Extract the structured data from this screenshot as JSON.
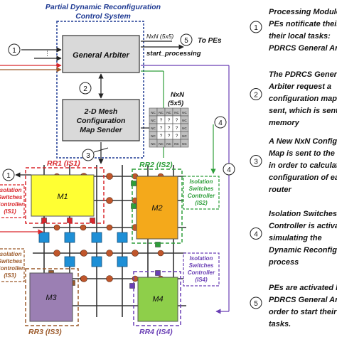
{
  "pdrcs": {
    "title_line1": "Partial Dynamic Reconfiguration",
    "title_line2": "Control System",
    "general_arbiter": "General Arbiter",
    "sender_line1": "2-D Mesh",
    "sender_line2": "Configuration",
    "sender_line3": "Map Sender",
    "nxn_label": "NxN (5x5)",
    "nxn_output": "NxN (5x5)",
    "to_pes": "To PEs",
    "start_processing": "start_processing",
    "map_title_line1": "NxN",
    "map_title_line2": "(5x5)"
  },
  "config_map": {
    "rows": [
      [
        "NC",
        "NC",
        "NC",
        "NC",
        "NC"
      ],
      [
        "NC",
        "?",
        "?",
        "?",
        "NC"
      ],
      [
        "NC",
        "?",
        "?",
        "?",
        "NC"
      ],
      [
        "NC",
        "?",
        "?",
        "?",
        "NC"
      ],
      [
        "NC",
        "NC",
        "NC",
        "NC",
        "NC"
      ]
    ]
  },
  "steps": {
    "s1": "1",
    "s2": "2",
    "s3": "3",
    "s4": "4",
    "s5": "5"
  },
  "regions": {
    "rr1": "RR1 (IS1)",
    "rr2": "RR2 (IS2)",
    "rr3": "RR3 (IS3)",
    "rr4": "RR4 (IS4)"
  },
  "modules": {
    "m1": "M1",
    "m2": "M2",
    "m3": "M3",
    "m4": "M4"
  },
  "controllers": {
    "is1": [
      "Isolation",
      "Switches",
      "Controller",
      "(IS1)"
    ],
    "is2": [
      "Isolation",
      "Switches",
      "Controller",
      "(IS2)"
    ],
    "is3": [
      "Isolation",
      "Switches",
      "Controller",
      "(IS3)"
    ],
    "is4": [
      "Isolation",
      "Switches",
      "Controller",
      "(IS4)"
    ]
  },
  "legend": [
    {
      "num": "1",
      "lines": [
        "Processing Modules",
        "PEs notificate their",
        "their local tasks:",
        "PDRCS General Arbiter"
      ]
    },
    {
      "num": "2",
      "lines": [
        "The PDRCS General",
        "Arbiter request a",
        "configuration map",
        "sent, which is sent to",
        "memory"
      ]
    },
    {
      "num": "3",
      "lines": [
        "A New NxN Configuration",
        "Map is sent to the",
        "in order to calculate",
        "configuration of each",
        "router"
      ]
    },
    {
      "num": "4",
      "lines": [
        "Isolation Switches",
        "Controller is activated",
        "simulating the",
        "Dynamic Reconfiguration",
        "process"
      ]
    },
    {
      "num": "5",
      "lines": [
        "PEs are activated by",
        "PDRCS General Arbiter",
        "order to start their",
        "tasks."
      ]
    }
  ],
  "colors": {
    "rr1": "#d9262b",
    "rr2": "#2e9e3a",
    "rr3": "#9c5a2a",
    "rr4": "#6a3fb5",
    "m1": "#ffff33",
    "m2": "#f4a91b",
    "m3": "#9b7fb3",
    "m4": "#8ecf4a",
    "pe": "#1e8fd6",
    "router": "#c0562b",
    "pdrcs_border": "#1f3a93"
  }
}
